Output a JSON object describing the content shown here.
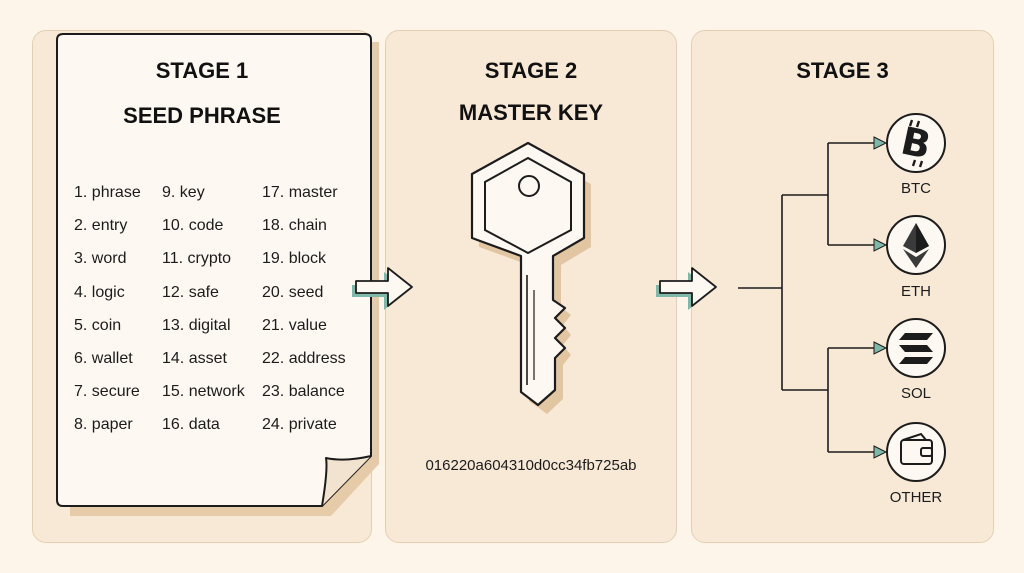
{
  "stages": [
    {
      "label": "STAGE 1",
      "heading": "SEED PHRASE"
    },
    {
      "label": "STAGE 2",
      "heading": "MASTER KEY"
    },
    {
      "label": "STAGE 3",
      "heading": ""
    }
  ],
  "seed_words": {
    "col1": [
      "1. phrase",
      "2. entry",
      "3. word",
      "4. logic",
      "5. coin",
      "6. wallet",
      "7. secure",
      "8. paper"
    ],
    "col2": [
      "9. key",
      "10. code",
      "11. crypto",
      "12. safe",
      "13. digital",
      "14. asset",
      "15. network",
      "16. data"
    ],
    "col3": [
      "17. master",
      "18. chain",
      "19. block",
      "20. seed",
      "21. value",
      "22. address",
      "23. balance",
      "24. private"
    ]
  },
  "master_key_hash": "016220a604310d0cc34fb725ab",
  "outputs": [
    {
      "label": "BTC",
      "icon": "bitcoin-icon"
    },
    {
      "label": "ETH",
      "icon": "ethereum-icon"
    },
    {
      "label": "SOL",
      "icon": "solana-icon"
    },
    {
      "label": "OTHER",
      "icon": "wallet-icon"
    }
  ],
  "colors": {
    "background": "#fdf5ea",
    "panel": "#f8e9d7",
    "ink": "#1c1c1c",
    "accent": "#7fb8a8",
    "shadow": "#e2c6a2"
  }
}
